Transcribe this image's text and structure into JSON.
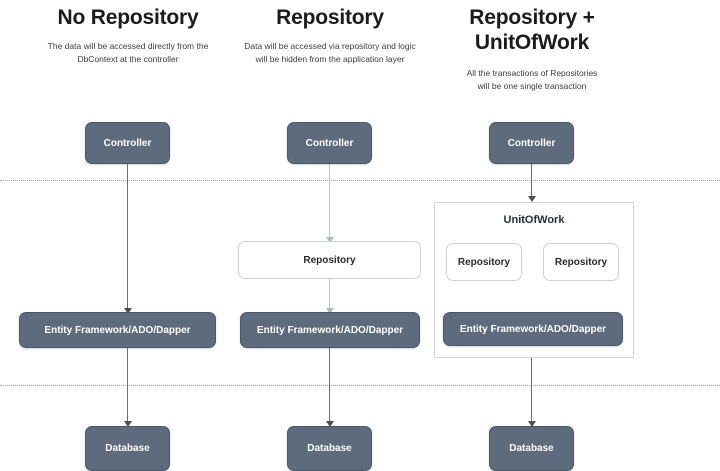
{
  "diagram": {
    "title_context": "Repository and UnitOfWork pattern comparison",
    "columns": [
      {
        "id": "no-repository",
        "title": "No Repository",
        "subtitle": "The data will be accessed directly from the DbContext at the controller",
        "nodes": [
          {
            "id": "controller",
            "label": "Controller",
            "style": "dark"
          },
          {
            "id": "data-access",
            "label": "Entity Framework/ADO/Dapper",
            "style": "dark"
          },
          {
            "id": "database",
            "label": "Database",
            "style": "dark"
          }
        ]
      },
      {
        "id": "repository",
        "title": "Repository",
        "subtitle": "Data will be accessed via repository and logic will be hidden from the application layer",
        "nodes": [
          {
            "id": "controller",
            "label": "Controller",
            "style": "dark"
          },
          {
            "id": "repository",
            "label": "Repository",
            "style": "light"
          },
          {
            "id": "data-access",
            "label": "Entity Framework/ADO/Dapper",
            "style": "dark"
          },
          {
            "id": "database",
            "label": "Database",
            "style": "dark"
          }
        ]
      },
      {
        "id": "repository-unitofwork",
        "title": "Repository + UnitOfWork",
        "subtitle": "All the transactions of Repositories will be one single transaction",
        "nodes": [
          {
            "id": "controller",
            "label": "Controller",
            "style": "dark"
          },
          {
            "id": "unitofwork",
            "label": "UnitOfWork",
            "style": "container"
          },
          {
            "id": "repository-left",
            "label": "Repository",
            "style": "light"
          },
          {
            "id": "repository-right",
            "label": "Repository",
            "style": "light"
          },
          {
            "id": "data-access",
            "label": "Entity Framework/ADO/Dapper",
            "style": "dark"
          },
          {
            "id": "database",
            "label": "Database",
            "style": "dark"
          }
        ]
      }
    ],
    "colors": {
      "node_dark_fill": "#5d6b7d",
      "node_dark_border": "#49586b",
      "node_dark_text": "#ffffff",
      "node_light_fill": "#ffffff",
      "node_light_border": "#cfd2d5",
      "node_light_text": "#2b2b2b",
      "container_border": "#d2d4d6",
      "separator": "#9aa2ab",
      "connector_gray": "#6b6f76",
      "connector_teal": "#b6c9c9",
      "background": "#ffffff",
      "title_text": "#1b1b1b",
      "subtitle_text": "#3d3d3d"
    }
  }
}
